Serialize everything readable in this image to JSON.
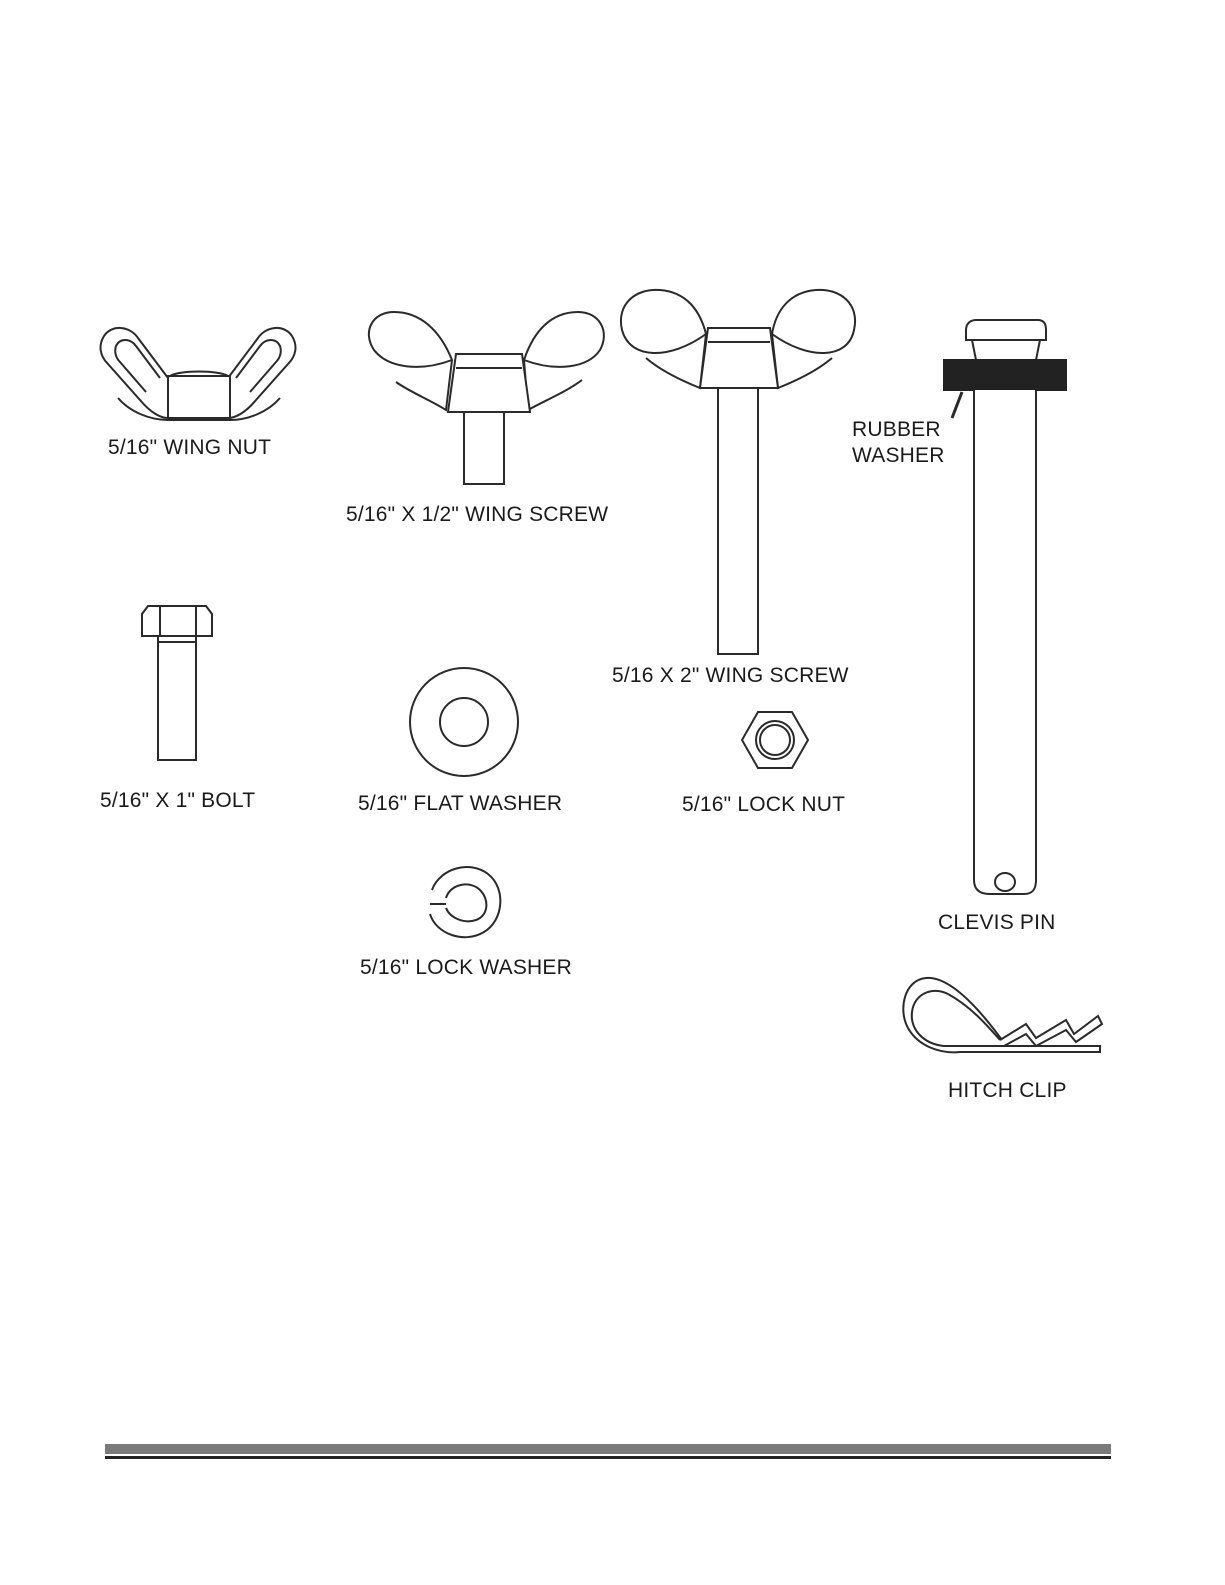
{
  "parts": {
    "wing_nut": "5/16\" WING NUT",
    "wing_screw_short": "5/16\" X 1/2\" WING SCREW",
    "wing_screw_long": "5/16 X 2\" WING SCREW",
    "rubber_washer_line1": "RUBBER",
    "rubber_washer_line2": "WASHER",
    "bolt": "5/16\" X 1\" BOLT",
    "flat_washer": "5/16\" FLAT WASHER",
    "lock_nut": "5/16\" LOCK NUT",
    "clevis_pin": "CLEVIS PIN",
    "lock_washer": "5/16\" LOCK WASHER",
    "hitch_clip": "HITCH CLIP"
  },
  "colors": {
    "line": "#2a2a2a",
    "rubber_washer_fill": "#222222",
    "footer_bar": "#7a7a7a"
  }
}
